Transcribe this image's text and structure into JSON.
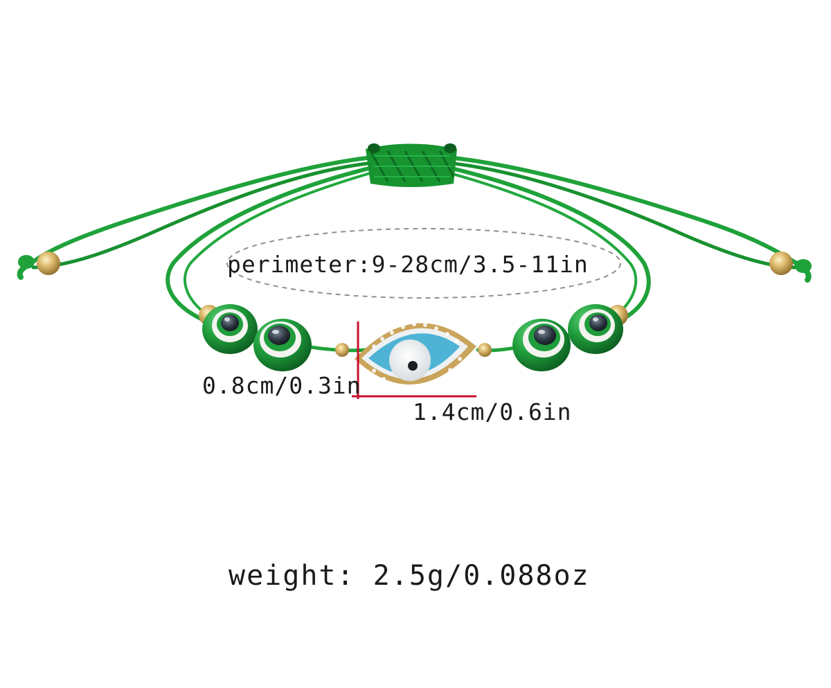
{
  "image": {
    "subject": "green-string-evil-eye-bracelet",
    "colors": {
      "cord": "#1fa23a",
      "cord_dark": "#13782a",
      "bead_green": "#1f9c3b",
      "bead_stripe": "#f3f3f0",
      "pupil": "#2b3440",
      "charm_blue": "#4fb3d6",
      "gold": "#c9a45a",
      "measure_line": "#c8102e",
      "text": "#1a1a1a"
    }
  },
  "labels": {
    "perimeter": "perimeter:9-28cm/3.5-11in",
    "bead_size": "0.8cm/0.3in",
    "charm_size": "1.4cm/0.6in",
    "weight": "weight: 2.5g/0.088oz"
  }
}
